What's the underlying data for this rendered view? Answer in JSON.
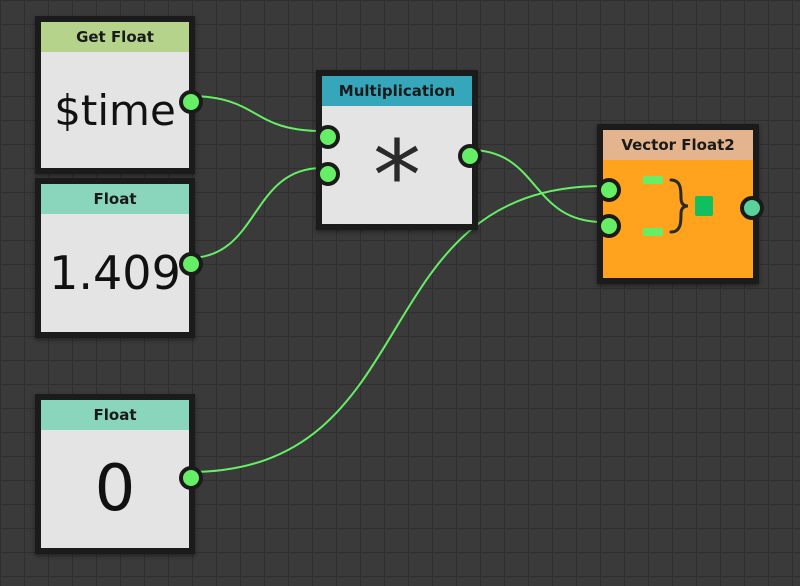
{
  "colors": {
    "canvas_background": "#3a3a3a",
    "grid_line": "#2f2f2f",
    "node_body": "#e4e4e4",
    "node_border": "#1b1b1b",
    "wire": "#66ee66",
    "port_fill": "#66ee66",
    "get_float_header": "#b5d38a",
    "float_header": "#8ad6bc",
    "multiplication_header": "#36a7ba",
    "vector_header": "#e3b48d",
    "vector_body": "#ffa21d",
    "vector_output_port": "#5ad09a"
  },
  "nodes": {
    "get_float": {
      "title": "Get Float",
      "value": "$time"
    },
    "float_a": {
      "title": "Float",
      "value": "1.409"
    },
    "float_b": {
      "title": "Float",
      "value": "0"
    },
    "multiplication": {
      "title": "Multiplication",
      "symbol": "*"
    },
    "vector_float2": {
      "title": "Vector Float2",
      "icon": "combine-icon"
    }
  },
  "connections": [
    {
      "from": "get_float.output",
      "to": "multiplication.input_a"
    },
    {
      "from": "float_a.output",
      "to": "multiplication.input_b"
    },
    {
      "from": "multiplication.output",
      "to": "vector_float2.input_y"
    },
    {
      "from": "float_b.output",
      "to": "vector_float2.input_x"
    }
  ]
}
